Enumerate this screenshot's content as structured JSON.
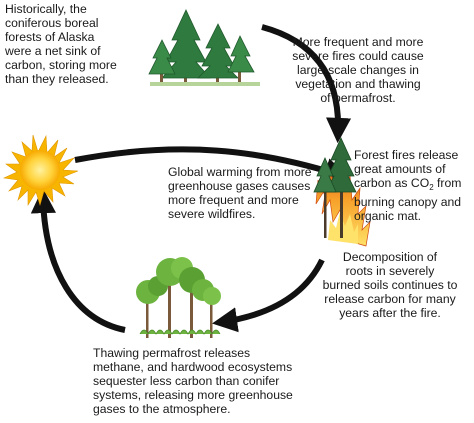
{
  "nodes": {
    "boreal": {
      "lines": [
        "Historically, the",
        "coniferous boreal",
        "forests of Alaska",
        "were a net sink of",
        "carbon, storing more",
        "than they released."
      ]
    },
    "fires": {
      "lines": [
        "More frequent and more",
        "severe fires could cause",
        "large-scale changes in",
        "vegetation and thawing",
        "of permafrost."
      ]
    },
    "release": {
      "lines": [
        "Forest fires release",
        "great amounts of",
        "carbon as CO",
        "burning canopy and",
        "organic mat."
      ],
      "line3_sub": "2",
      "line3_tail": " from"
    },
    "warming": {
      "lines": [
        "Global warming from more",
        "greenhouse gases causes",
        "more frequent and more",
        "severe wildfires."
      ]
    },
    "decomp": {
      "lines": [
        "Decomposition of",
        "roots in severely",
        "burned soils continues to",
        "release carbon for many",
        "years after the fire."
      ]
    },
    "thaw": {
      "lines": [
        "Thawing permafrost releases",
        "methane, and hardwood ecosystems",
        "sequester less carbon than conifer",
        "systems, releasing more greenhouse",
        "gases to the atmosphere."
      ]
    }
  },
  "icons": [
    "conifer-forest-icon",
    "sun-icon",
    "burning-forest-icon",
    "hardwood-forest-icon"
  ],
  "colors": {
    "conifer": "#2f7a3e",
    "conifer_dark": "#1f5a2c",
    "sun": "#f7b500",
    "sun_core": "#ffd23a",
    "flame_outer": "#f08a1c",
    "flame_inner": "#ffd54a",
    "hardwood": "#6db33f",
    "trunk": "#7a5a3a",
    "arrow": "#111111"
  }
}
